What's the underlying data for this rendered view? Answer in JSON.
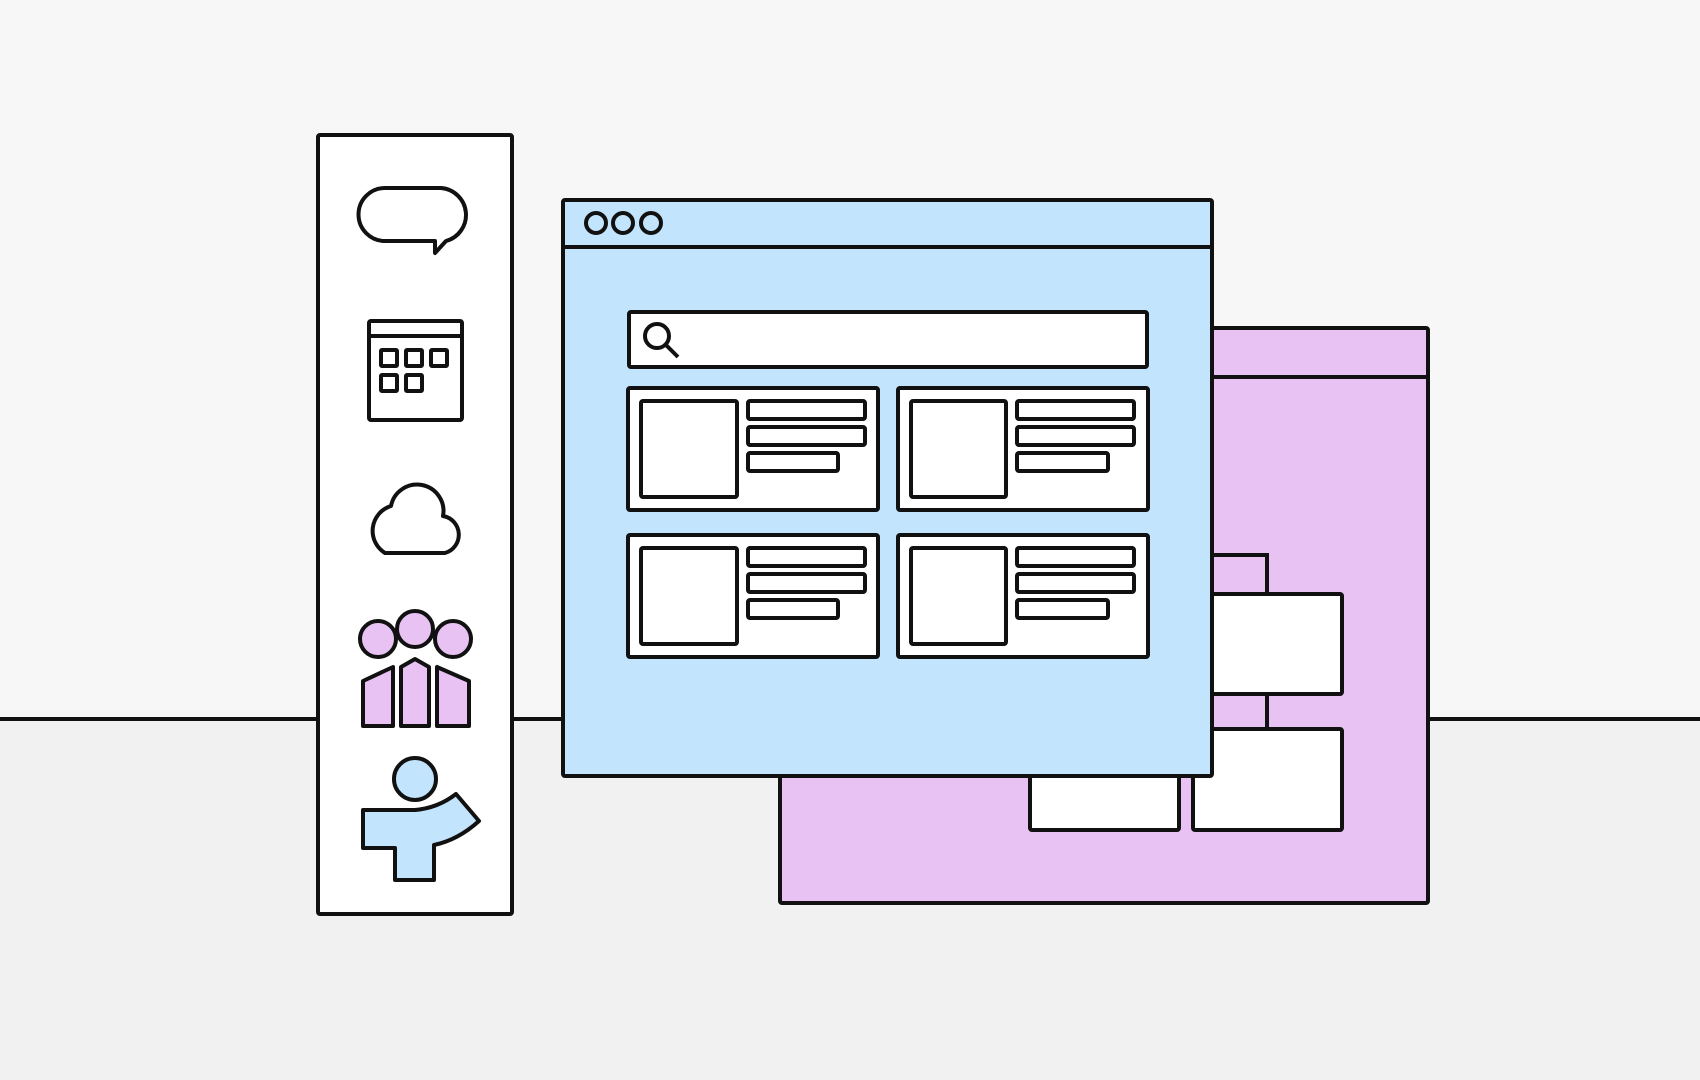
{
  "colors": {
    "outline": "#111111",
    "sidebar_bg": "#ffffff",
    "front_window_bg": "#c2e4fd",
    "back_window_bg": "#e8c2f2",
    "card_bg": "#ffffff",
    "people_fill": "#e8c2f2",
    "person_fill": "#c2e4fd",
    "background_top": "#f7f7f7",
    "background_bottom": "#f1f1f1"
  },
  "sidebar": {
    "icons": [
      "chat-bubble-icon",
      "calendar-icon",
      "cloud-icon",
      "team-icon",
      "waving-person-icon"
    ]
  },
  "front_window": {
    "title_bar_controls": [
      "window-control-dot",
      "window-control-dot",
      "window-control-dot"
    ],
    "search": {
      "icon": "search-icon",
      "value": ""
    },
    "cards": [
      {
        "icon": "thumbnail-placeholder"
      },
      {
        "icon": "thumbnail-placeholder"
      },
      {
        "icon": "thumbnail-placeholder"
      },
      {
        "icon": "thumbnail-placeholder"
      }
    ]
  },
  "back_window": {
    "content": "flowchart-diagram"
  }
}
